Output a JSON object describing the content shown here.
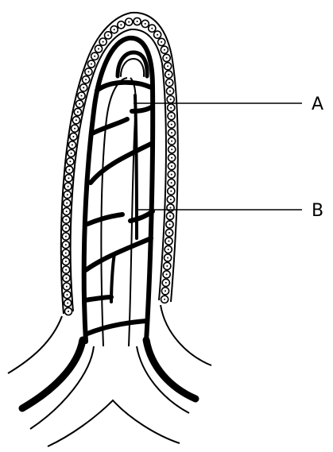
{
  "diagram": {
    "labels": [
      {
        "id": "A",
        "text": "A"
      },
      {
        "id": "B",
        "text": "B"
      }
    ]
  },
  "colors": {
    "ink": "#000000",
    "background": "#ffffff"
  }
}
